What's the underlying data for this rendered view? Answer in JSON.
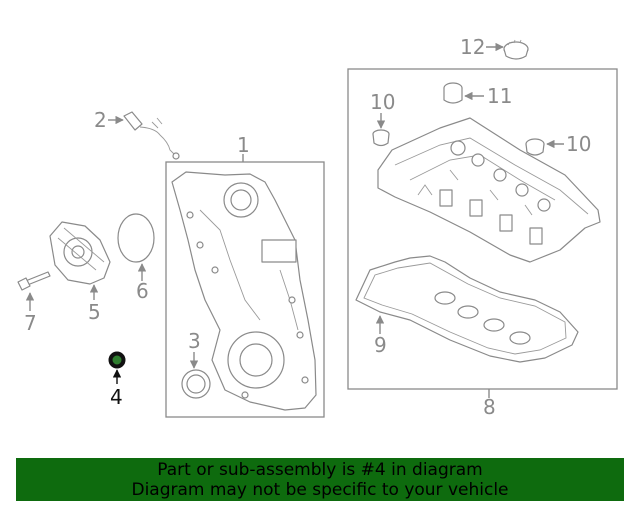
{
  "callouts": {
    "c1": "1",
    "c2": "2",
    "c3": "3",
    "c4": "4",
    "c5": "5",
    "c6": "6",
    "c7": "7",
    "c8": "8",
    "c9": "9",
    "c10a": "10",
    "c10b": "10",
    "c11": "11",
    "c12": "12"
  },
  "highlight_color": "#111111",
  "banner": {
    "line1": "Part or sub-assembly is #4 in diagram",
    "line2": "Diagram may not be specific to your vehicle",
    "background": "#0e6b0e"
  }
}
